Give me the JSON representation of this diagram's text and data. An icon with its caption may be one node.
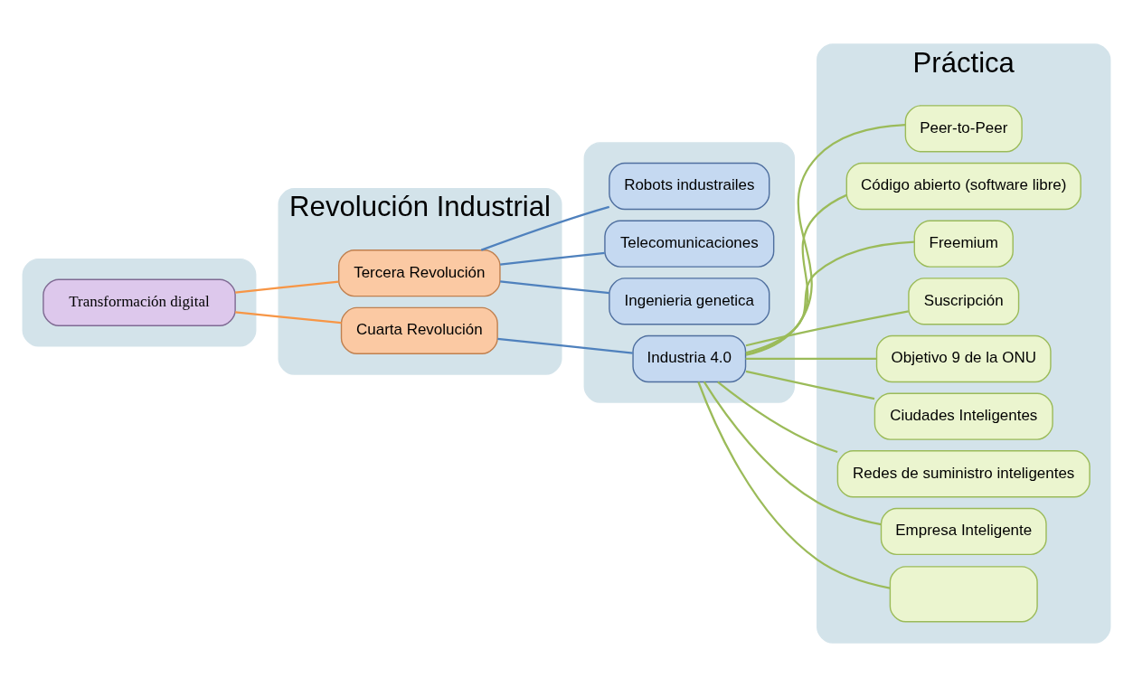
{
  "diagram": {
    "nodes": [
      {
        "text": [],
        "shape": "box"
      },
      {
        "text": [
          "Transformación digital"
        ],
        "in": 0
      },
      {
        "text": [
          "Revolución Industrial"
        ]
      },
      {
        "text": [
          "Tercera Revolución"
        ],
        "in": 2
      },
      {
        "text": [
          "Cuarta Revolución"
        ],
        "in": 2
      },
      {
        "text": [],
        "shape": "box"
      },
      {
        "text": [
          "Robots industrailes"
        ],
        "in": 5
      },
      {
        "text": [
          "Telecomunicaciones"
        ],
        "in": 5
      },
      {
        "text": [
          "Ingenieria genetica"
        ],
        "in": 5
      },
      {
        "text": [
          "Industria 4.0"
        ],
        "in": 5
      },
      {
        "text": [
          "Práctica"
        ]
      },
      {
        "text": [
          "Peer-to-Peer"
        ],
        "in": 10
      },
      {
        "text": [
          "Código abierto (software libre)"
        ],
        "in": 10
      },
      {
        "text": [
          "Freemium"
        ],
        "in": 10
      },
      {
        "text": [
          "Suscripción"
        ],
        "in": 10
      },
      {
        "text": [
          "Objetivo 9 de la ONU"
        ],
        "in": 10
      },
      {
        "text": [
          "Ciudades Inteligentes"
        ],
        "in": 10
      },
      {
        "text": [
          "Redes de suministro inteligentes"
        ],
        "in": 10
      },
      {
        "text": [
          "Empresa Inteligente"
        ],
        "in": 10
      },
      {
        "text": [],
        "shape": "box",
        "in": 10
      }
    ],
    "edges": [
      {
        "from": 1,
        "to": 3,
        "arrow": "none",
        "color": "#f79646"
      },
      {
        "from": 1,
        "to": 4,
        "arrow": "none",
        "color": "#f79646"
      },
      {
        "from": 3,
        "to": 6,
        "arrow": "none",
        "color": "#4f81bd"
      },
      {
        "from": 3,
        "to": 7,
        "arrow": "none",
        "color": "#4f81bd"
      },
      {
        "from": 3,
        "to": 8,
        "arrow": "none",
        "color": "#4f81bd"
      },
      {
        "from": 4,
        "to": 9,
        "arrow": "none",
        "color": "#4f81bd"
      },
      {
        "from": 9,
        "to": 11,
        "arrow": "none"
      },
      {
        "from": 9,
        "to": 12,
        "arrow": "none"
      },
      {
        "from": 9,
        "to": 13,
        "arrow": "none"
      },
      {
        "from": 9,
        "to": 14,
        "arrow": "none"
      },
      {
        "from": 9,
        "to": 15,
        "arrow": "none"
      },
      {
        "from": 9,
        "to": 16,
        "arrow": "none"
      },
      {
        "from": 9,
        "to": 17,
        "arrow": "none"
      },
      {
        "from": 9,
        "to": 18,
        "arrow": "none"
      },
      {
        "from": 9,
        "to": 19,
        "arrow": "none"
      }
    ]
  }
}
